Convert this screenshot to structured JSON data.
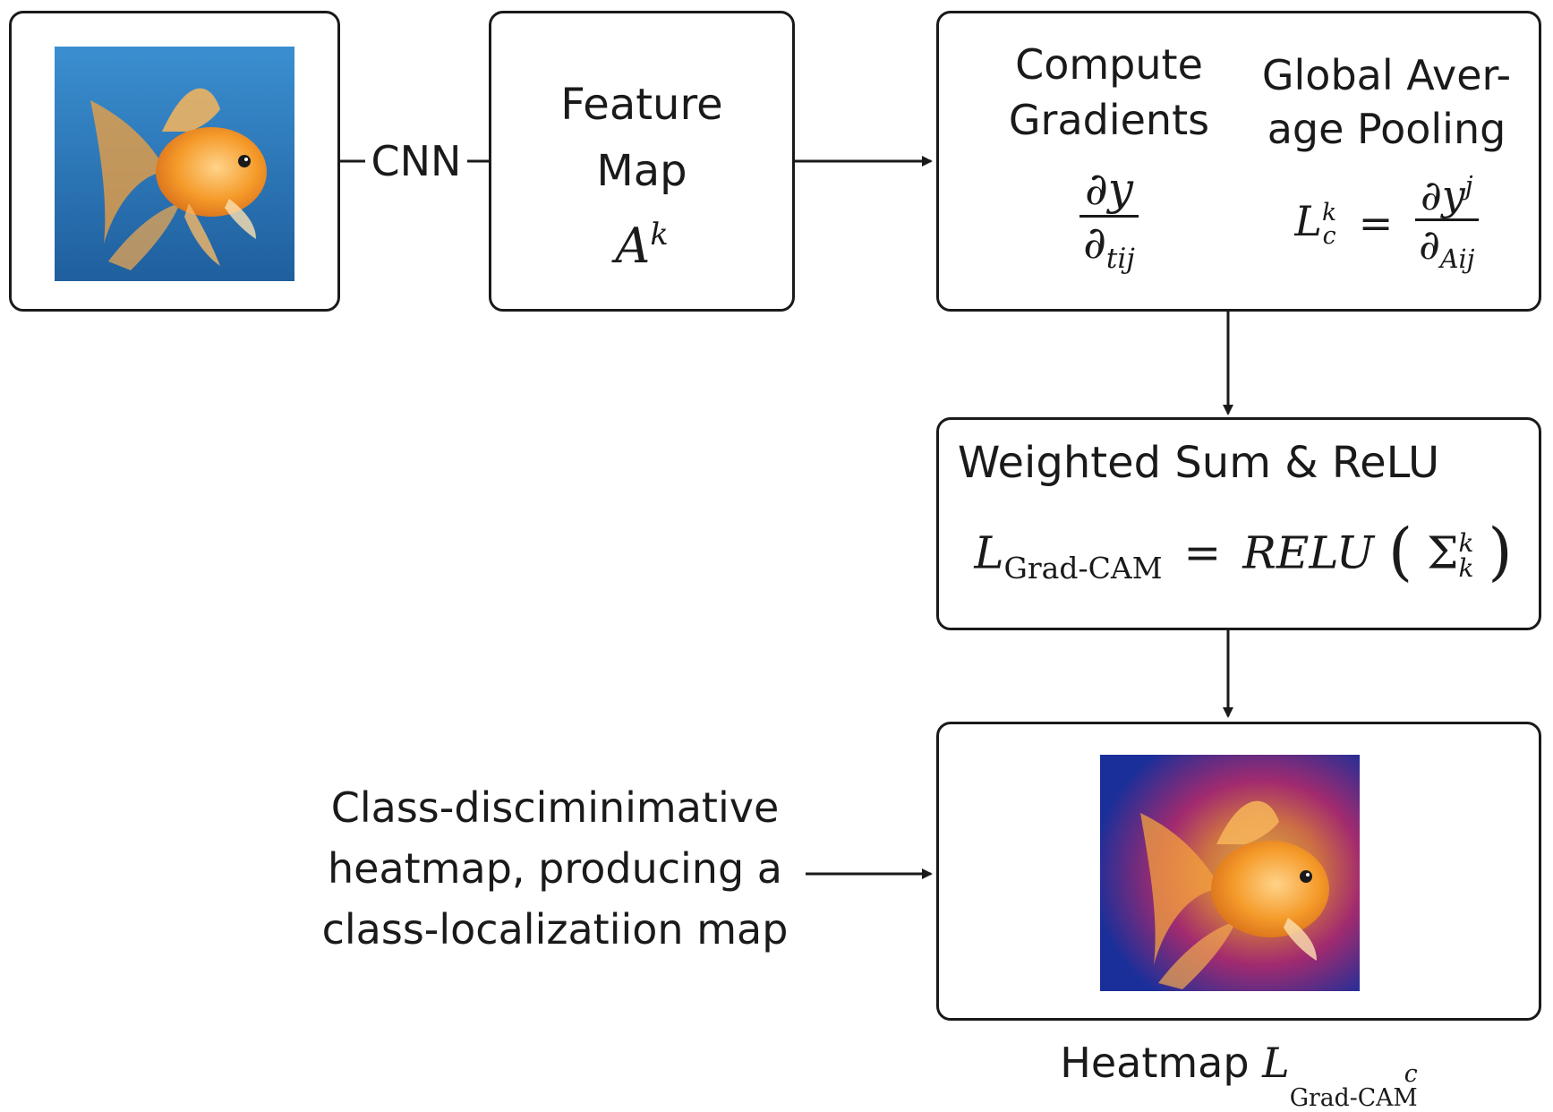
{
  "input_image": {
    "alt": "goldfish",
    "colors": {
      "bg_top": "#3b8fd0",
      "bg_bottom": "#1f5f9e",
      "fish": "#f59b2a"
    }
  },
  "cnn_label": "CNN",
  "feature_map": {
    "title_line1": "Feature",
    "title_line2": "Map",
    "symbol": "A",
    "symbol_sup": "k"
  },
  "gradients": {
    "title_line1": "Compute",
    "title_line2": "Gradients",
    "num": "∂y",
    "den_main": "∂",
    "den_sub": "tij"
  },
  "gap": {
    "title_line1": "Global Aver-",
    "title_line2": "age Pooling",
    "lhs": "L",
    "lhs_sub": "c",
    "lhs_sup": "k",
    "eq": "=",
    "num": "∂y",
    "num_sup": "j",
    "den_main": "∂",
    "den_sub": "Aij"
  },
  "weighted": {
    "title": "Weighted Sum & ReLU",
    "lhs": "L",
    "lhs_sub": "Grad-CAM",
    "eq": "=",
    "relu": "RELU",
    "lparen": "(",
    "sigma": "Σ",
    "sigma_sup": "k",
    "sigma_sub": "k",
    "rparen": ")"
  },
  "side_text": {
    "line1": "Class-disciminimative",
    "line2": "heatmap, producing a",
    "line3": "class-localizatiion map"
  },
  "heatmap_caption": {
    "word": "Heatmap",
    "lhs": "L",
    "lhs_sub": "Grad-CAM",
    "lhs_sup": "c"
  },
  "colors": {
    "stroke": "#1a1a1a",
    "heat_blue": "#1a2f9a",
    "heat_red": "#c0284a",
    "heat_yellow": "#f2c23a"
  }
}
